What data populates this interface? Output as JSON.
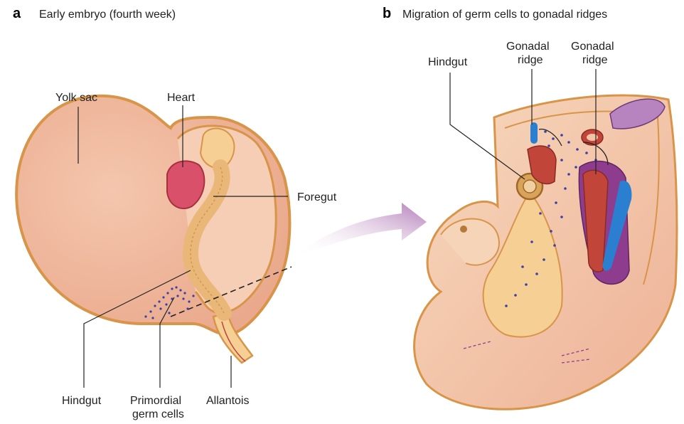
{
  "panel_a": {
    "letter": "a",
    "title": "Early embryo (fourth week)",
    "labels": {
      "yolk_sac": "Yolk sac",
      "heart": "Heart",
      "foregut": "Foregut",
      "hindgut": "Hindgut",
      "primordial_line1": "Primordial",
      "primordial_line2": "germ cells",
      "allantois": "Allantois"
    }
  },
  "panel_b": {
    "letter": "b",
    "title": "Migration of germ cells to gonadal ridges",
    "labels": {
      "hindgut": "Hindgut",
      "gonadal_left_line1": "Gonadal",
      "gonadal_left_line2": "ridge",
      "gonadal_right_line1": "Gonadal",
      "gonadal_right_line2": "ridge"
    }
  },
  "colors": {
    "yolk_sac": "#f0b9a0",
    "outline": "#d8954a",
    "heart": "#d9506a",
    "embryo": "#f5cf94",
    "germ_cells": "#3b3fa8",
    "arrow": "#c890c8",
    "aorta": "#2a7fd0",
    "mesonephros": "#8e3d8e",
    "gonad": "#c2453a"
  }
}
